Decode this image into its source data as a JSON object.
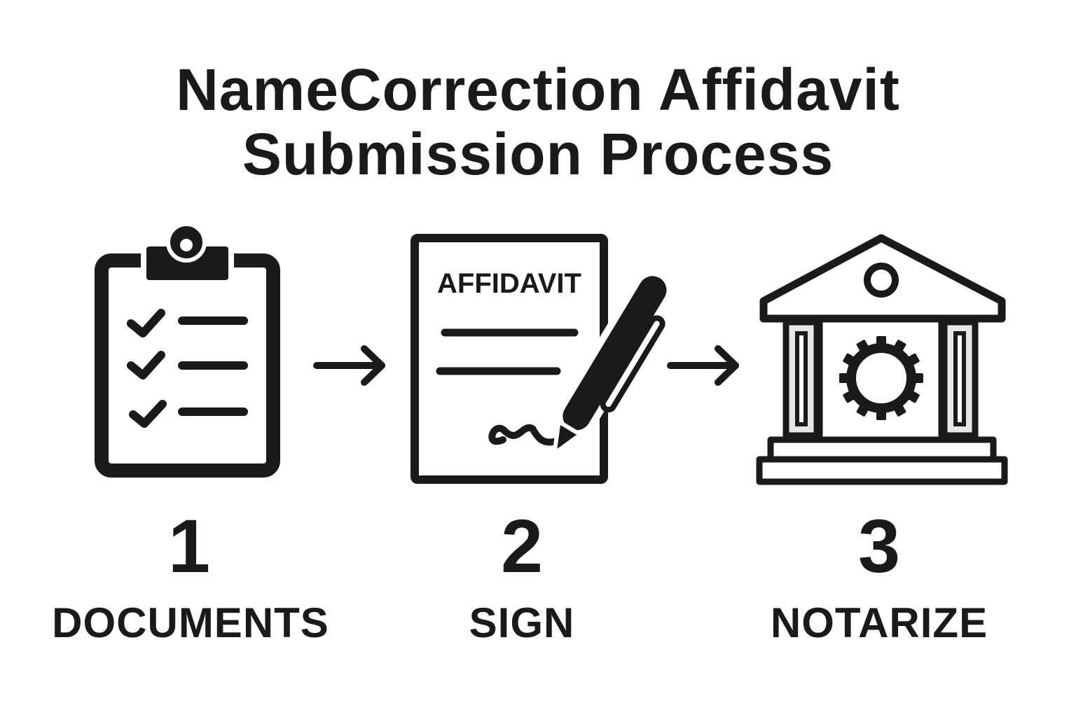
{
  "title": {
    "line1": "NameCorrection Affidavit",
    "line2": "Submission Process"
  },
  "document_heading": "AFFIDAVIT",
  "steps": [
    {
      "number": "1",
      "label": "DOCUMENTS",
      "icon": "clipboard-checklist-icon"
    },
    {
      "number": "2",
      "label": "SIGN",
      "icon": "affidavit-pen-icon"
    },
    {
      "number": "3",
      "label": "NOTARIZE",
      "icon": "courthouse-seal-icon"
    }
  ],
  "colors": {
    "ink": "#1a1a1a",
    "column_fill": "#e6e6e6",
    "background": "#ffffff"
  }
}
